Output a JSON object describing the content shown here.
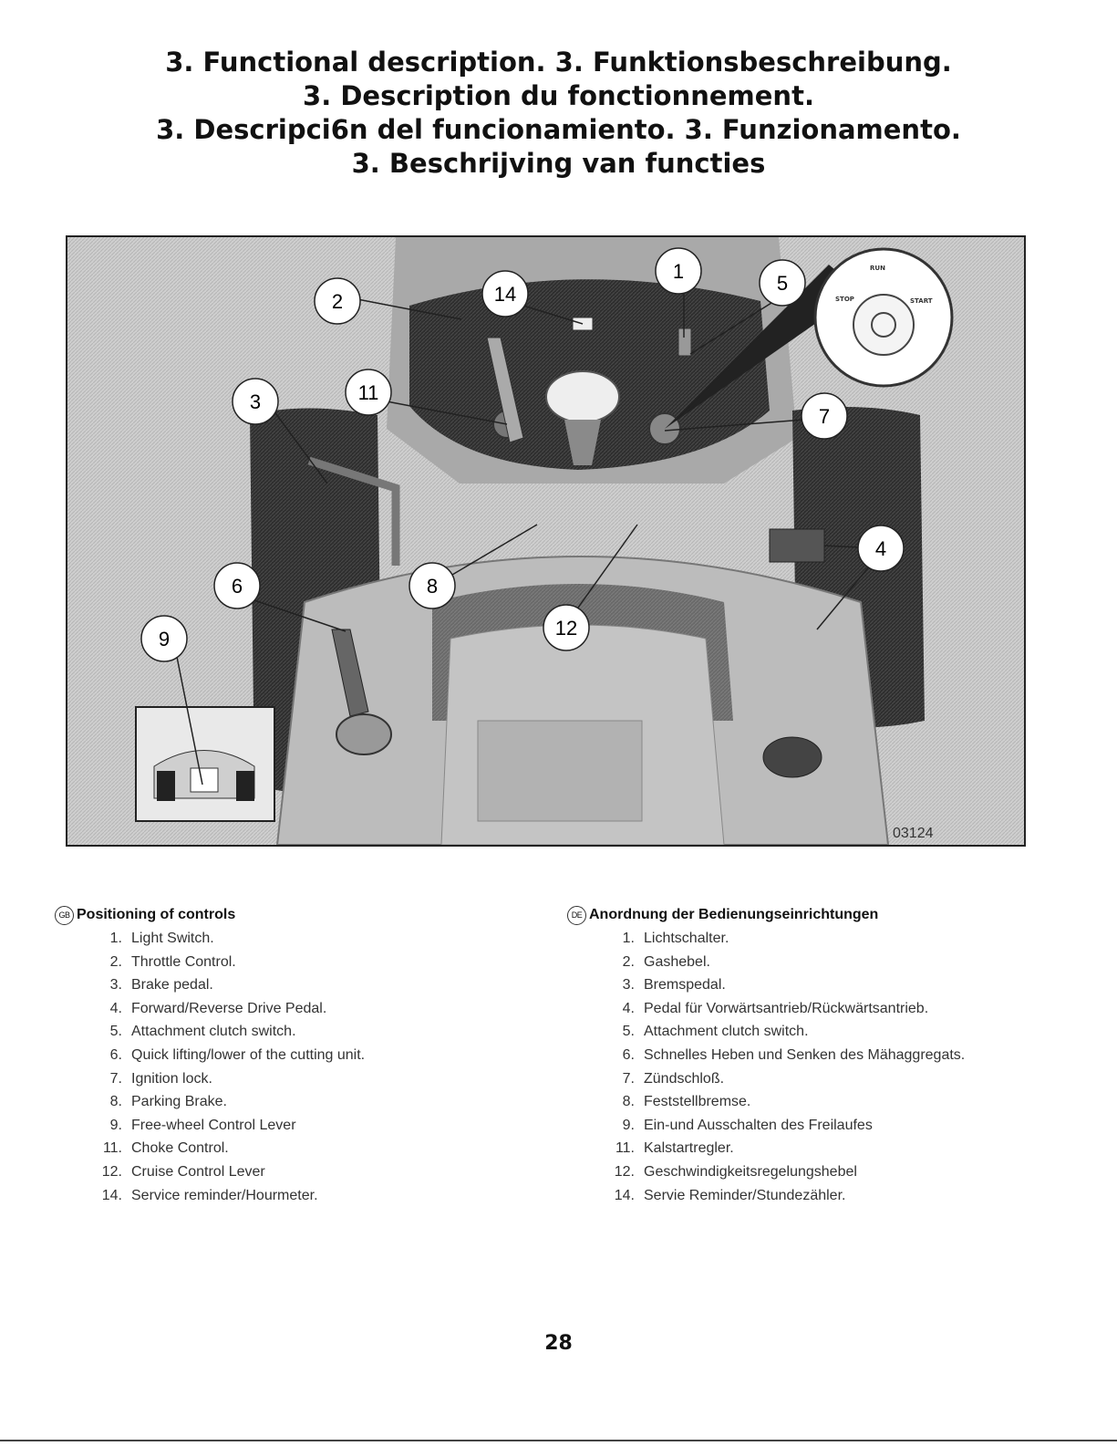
{
  "headings": [
    "3. Functional description. 3. Funktionsbeschreibung.",
    "3. Description du fonctionnement.",
    "3. Descripci6n del funcionamiento. 3. Funzionamento.",
    "3. Beschrijving van functies"
  ],
  "figure": {
    "code": "03124",
    "callouts": [
      "1",
      "2",
      "3",
      "4",
      "5",
      "6",
      "7",
      "8",
      "9",
      "11",
      "12",
      "14"
    ],
    "ignition_symbols": [
      "STOP",
      "RUN",
      "START"
    ]
  },
  "gb": {
    "badge": "GB",
    "title": "Positioning of controls",
    "items": [
      {
        "num": "1.",
        "text": "Light Switch."
      },
      {
        "num": "2.",
        "text": "Throttle Control."
      },
      {
        "num": "3.",
        "text": "Brake pedal."
      },
      {
        "num": "4.",
        "text": "Forward/Reverse Drive Pedal."
      },
      {
        "num": "5.",
        "text": "Attachment clutch switch."
      },
      {
        "num": "6.",
        "text": "Quick lifting/lower of the cutting unit."
      },
      {
        "num": "7.",
        "text": "Ignition lock."
      },
      {
        "num": "8.",
        "text": "Parking Brake."
      },
      {
        "num": "9.",
        "text": "Free-wheel Control Lever"
      },
      {
        "num": "11.",
        "text": "Choke Control."
      },
      {
        "num": "12.",
        "text": "Cruise Control Lever"
      },
      {
        "num": "14.",
        "text": "Service reminder/Hourmeter."
      }
    ]
  },
  "de": {
    "badge": "DE",
    "title": "Anordnung der Bedienungseinrichtungen",
    "items": [
      {
        "num": "1.",
        "text": "Lichtschalter."
      },
      {
        "num": "2.",
        "text": "Gashebel."
      },
      {
        "num": "3.",
        "text": "Bremspedal."
      },
      {
        "num": "4.",
        "text": "Pedal für Vorwärtsantrieb/Rückwärtsantrieb."
      },
      {
        "num": "5.",
        "text": "Attachment clutch switch."
      },
      {
        "num": "6.",
        "text": "Schnelles Heben und Senken des Mähaggregats."
      },
      {
        "num": "7.",
        "text": "Zündschloß."
      },
      {
        "num": "8.",
        "text": "Feststellbremse."
      },
      {
        "num": "9.",
        "text": "Ein-und Ausschalten des Freilaufes"
      },
      {
        "num": "11.",
        "text": "Kalstartregler."
      },
      {
        "num": "12.",
        "text": "Geschwindigkeitsregelungshebel"
      },
      {
        "num": "14.",
        "text": "Servie Reminder/Stundezähler."
      }
    ]
  },
  "page_number": "28"
}
